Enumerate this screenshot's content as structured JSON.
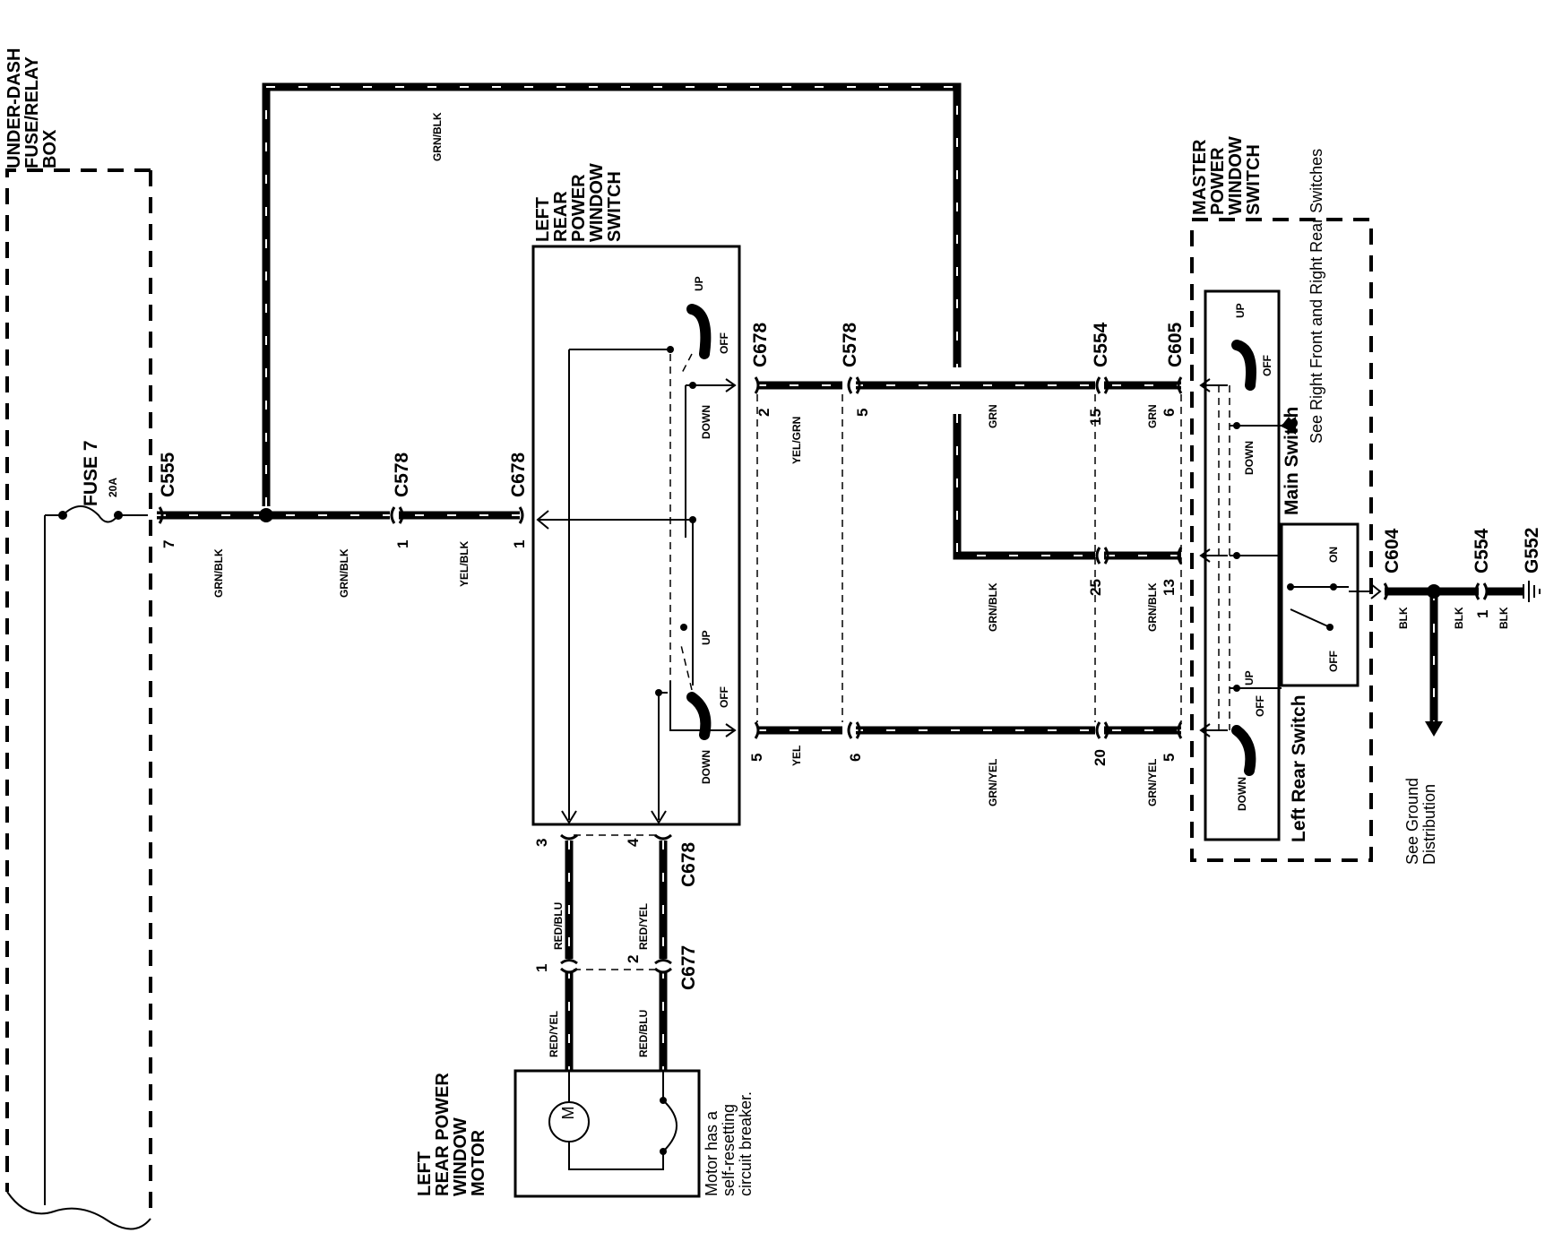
{
  "components": {
    "fuse_box": "UNDER-DASH FUSE/RELAY BOX",
    "fuse": "FUSE 7",
    "fuse_rating": "20A",
    "left_rear_switch": "LEFT REAR POWER WINDOW SWITCH",
    "master_switch": "MASTER POWER WINDOW SWITCH",
    "motor": "LEFT REAR POWER WINDOW MOTOR",
    "motor_symbol": "M",
    "motor_note": "Motor has a self-resetting circuit breaker.",
    "main_switch": "Main Switch",
    "left_rear_sub": "Left Rear Switch",
    "see_right": "See Right Front and Right Rear Switches",
    "see_ground": "See Ground Distribution"
  },
  "switch_positions": {
    "up": "UP",
    "off": "OFF",
    "down": "DOWN",
    "on": "ON"
  },
  "connectors": {
    "c555": "C555",
    "c578": "C578",
    "c678": "C678",
    "c554": "C554",
    "c605": "C605",
    "c604": "C604",
    "c677": "C677",
    "g552": "G552"
  },
  "wires": {
    "grn_blk": "GRN/BLK",
    "yel_blk": "YEL/BLK",
    "yel_grn": "YEL/GRN",
    "grn": "GRN",
    "yel": "YEL",
    "grn_yel": "GRN/YEL",
    "blk": "BLK",
    "red_blu": "RED/BLU",
    "red_yel": "RED/YEL"
  },
  "pins": {
    "p7": "7",
    "p1": "1",
    "p2": "2",
    "p5": "5",
    "p6": "6",
    "p15": "15",
    "p25": "25",
    "p13": "13",
    "p20": "20",
    "p3": "3",
    "p4": "4"
  }
}
